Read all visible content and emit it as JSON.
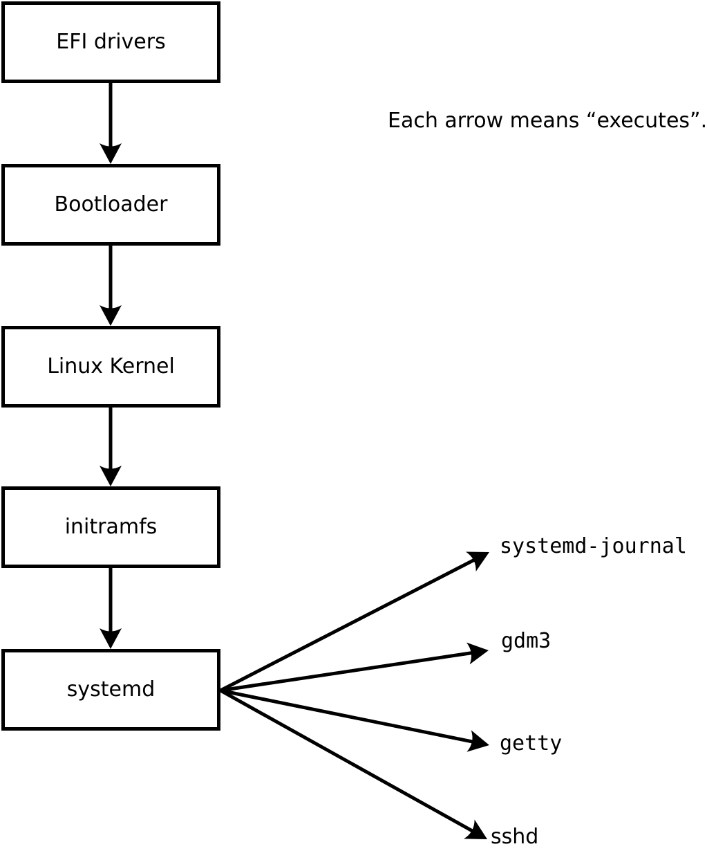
{
  "diagram": {
    "caption": "Each arrow means “executes”.",
    "boot_chain": [
      {
        "label": "EFI drivers"
      },
      {
        "label": "Bootloader"
      },
      {
        "label": "Linux Kernel"
      },
      {
        "label": "initramfs"
      },
      {
        "label": "systemd"
      }
    ],
    "spawned_processes": [
      {
        "label": "systemd-journal"
      },
      {
        "label": "gdm3"
      },
      {
        "label": "getty"
      },
      {
        "label": "sshd"
      }
    ],
    "colors": {
      "stroke": "#000000",
      "text": "#000000",
      "box_fill": "#ffffff",
      "background": "#ffffff"
    }
  }
}
